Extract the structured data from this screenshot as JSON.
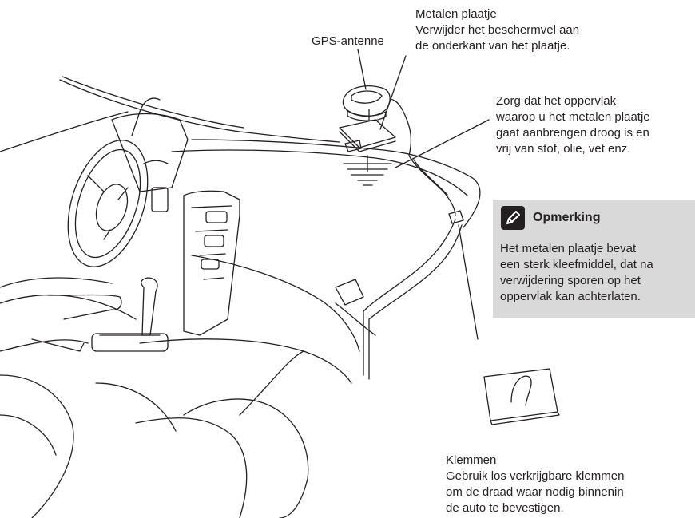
{
  "labels": {
    "gps_antenna": "GPS-antenne",
    "metal_plate": {
      "title": "Metalen plaatje",
      "lines": [
        "Verwijder het beschermvel aan",
        "de onderkant van het plaatje."
      ]
    },
    "surface": {
      "lines": [
        "Zorg dat het oppervlak",
        "waarop u het metalen plaatje",
        "gaat aanbrengen droog is en",
        "vrij van stof, olie, vet enz."
      ]
    },
    "clamps": {
      "title": "Klemmen",
      "lines": [
        "Gebruik los verkrijgbare klemmen",
        "om de draad waar nodig binnenin",
        "de auto te bevestigen."
      ]
    }
  },
  "note": {
    "title": "Opmerking",
    "icon": "pencil-icon",
    "lines": [
      "Het metalen plaatje bevat",
      "een sterk kleefmiddel, dat na",
      "verwijdering sporen op het",
      "oppervlak kan achterlaten."
    ]
  },
  "colors": {
    "line": "#231f20",
    "note_background": "#d9d9d9",
    "note_icon_background": "#231f20"
  }
}
